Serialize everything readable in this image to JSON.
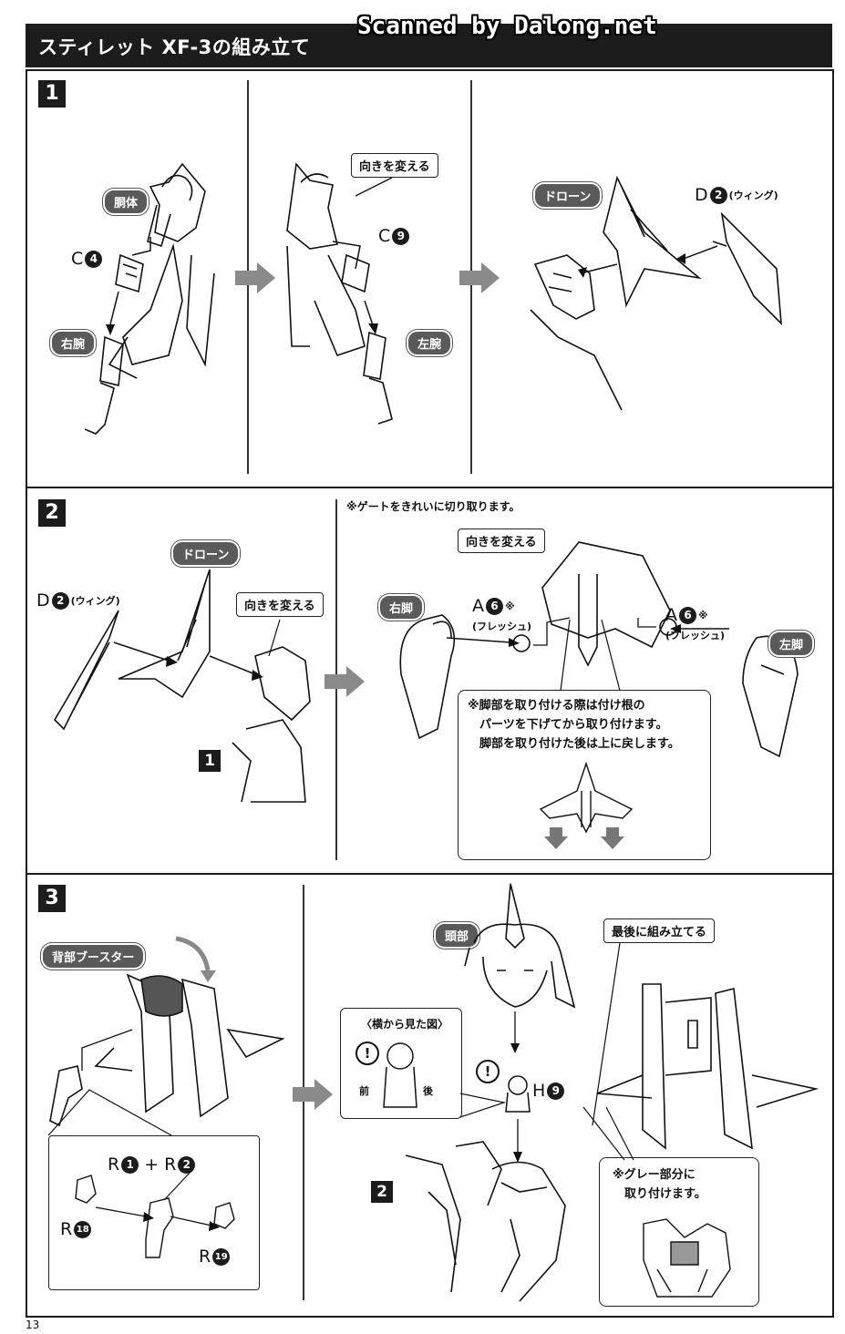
{
  "watermark": "Scanned by Dalong.net",
  "header": {
    "title": "スティレット XF-3の組み立て"
  },
  "page_number": "13",
  "step1": {
    "number": "1",
    "labels": {
      "torso": "胴体",
      "right_arm": "右腕",
      "left_arm": "左腕",
      "drone": "ドローン"
    },
    "callout_turn": "向きを変える",
    "parts": {
      "c4_letter": "C",
      "c4_num": "4",
      "c9_letter": "C",
      "c9_num": "9",
      "d2_letter": "D",
      "d2_num": "2",
      "d2_sub": "(ウィング)"
    }
  },
  "step2": {
    "number": "2",
    "labels": {
      "drone": "ドローン",
      "right_leg": "右脚",
      "left_leg": "左脚"
    },
    "callout_turn_left": "向きを変える",
    "callout_turn_right": "向きを変える",
    "gate_note": "※ゲートをきれいに切り取ります。",
    "ref_step": "1",
    "parts": {
      "d2_letter": "D",
      "d2_num": "2",
      "d2_sub": "(ウィング)",
      "a6r_letter": "A",
      "a6r_num": "6",
      "a6r_mark": "※",
      "a6r_sub": "(フレッシュ)",
      "a6l_letter": "A",
      "a6l_num": "6",
      "a6l_mark": "※",
      "a6l_sub": "(フレッシュ)"
    },
    "leg_note": [
      "※脚部を取り付ける際は付け根の",
      "パーツを下げてから取り付けます。",
      "脚部を取り付けた後は上に戻します。"
    ]
  },
  "step3": {
    "number": "3",
    "labels": {
      "back_booster": "背部ブースター",
      "head": "頭部"
    },
    "callout_last": "最後に組み立てる",
    "side_view": {
      "title": "〈横から見た図〉",
      "front": "前",
      "back": "後",
      "warn": "!"
    },
    "warn": "!",
    "ref_step": "2",
    "parts": {
      "r1_letter": "R",
      "r1_num": "1",
      "plus": "+",
      "r2_letter": "R",
      "r2_num": "2",
      "r18_letter": "R",
      "r18_num": "18",
      "r19_letter": "R",
      "r19_num": "19",
      "h9_letter": "H",
      "h9_num": "9"
    },
    "gray_note": [
      "※グレー部分に",
      "取り付けます。"
    ]
  },
  "colors": {
    "header_bg": "#1c1c1c",
    "pill_bg": "#5a5a5a",
    "arrow_gray": "#8a8a8a"
  }
}
